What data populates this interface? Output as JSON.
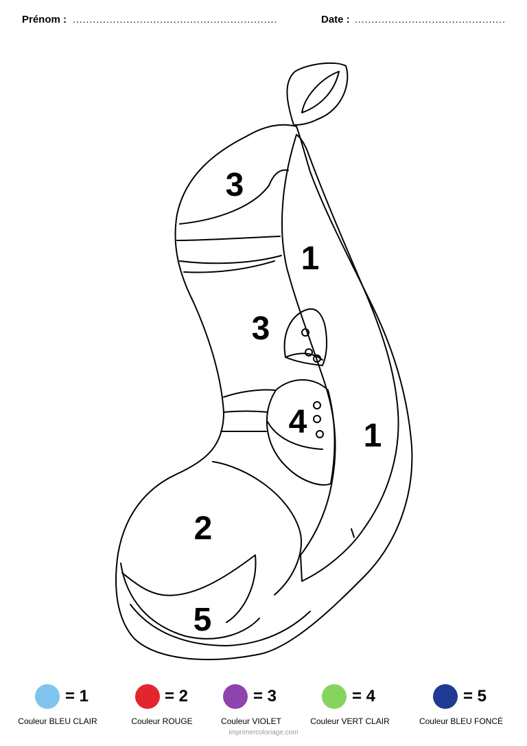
{
  "header": {
    "name_label": "Prénom :",
    "name_dots": "......................................................................",
    "date_label": "Date :",
    "date_dots": "......................................................."
  },
  "regions": [
    {
      "number": "3"
    },
    {
      "number": "1"
    },
    {
      "number": "3"
    },
    {
      "number": "4"
    },
    {
      "number": "1"
    },
    {
      "number": "2"
    },
    {
      "number": "5"
    }
  ],
  "legend": [
    {
      "eq": "= 1",
      "caption": "Couleur BLEU CLAIR",
      "color": "#7ec4ee"
    },
    {
      "eq": "= 2",
      "caption": "Couleur ROUGE",
      "color": "#e3262d"
    },
    {
      "eq": "= 3",
      "caption": "Couleur VIOLET",
      "color": "#8e44ad"
    },
    {
      "eq": "= 4",
      "caption": "Couleur VERT CLAIR",
      "color": "#86d45e"
    },
    {
      "eq": "= 5",
      "caption": "Couleur BLEU FONCÉ",
      "color": "#1f3a93"
    }
  ],
  "footer": "imprimercoloriage.com"
}
